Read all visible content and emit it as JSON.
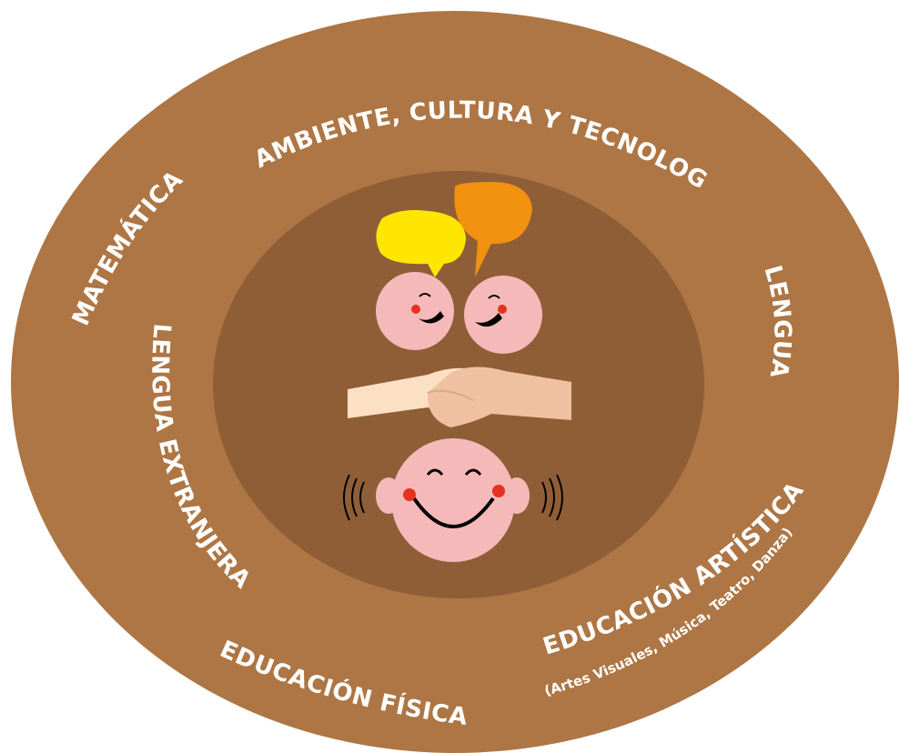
{
  "diagram": {
    "labels": {
      "ambiente": "AMBIENTE, CULTURA Y TECNOLOGÍA",
      "matematica": "MATEMÁTICA",
      "lengua": "LENGUA",
      "lengua_extranjera": "LENGUA EXTRANJERA",
      "educacion_fisica": "EDUCACIÓN FÍSICA",
      "educacion_artistica": "EDUCACIÓN ARTÍSTICA",
      "educacion_artistica_sub": "(Artes Visuales, Música, Teatro, Danza)"
    },
    "colors": {
      "outer_ring": "#ad7644",
      "inner_circle": "#8f5e36",
      "face": "#f6b9b9",
      "cheek": "#e5321f",
      "bubble_yellow": "#ffe600",
      "bubble_orange": "#f09110",
      "hand_light": "#fbe0c3",
      "hand_dark": "#f0c1a1"
    }
  }
}
